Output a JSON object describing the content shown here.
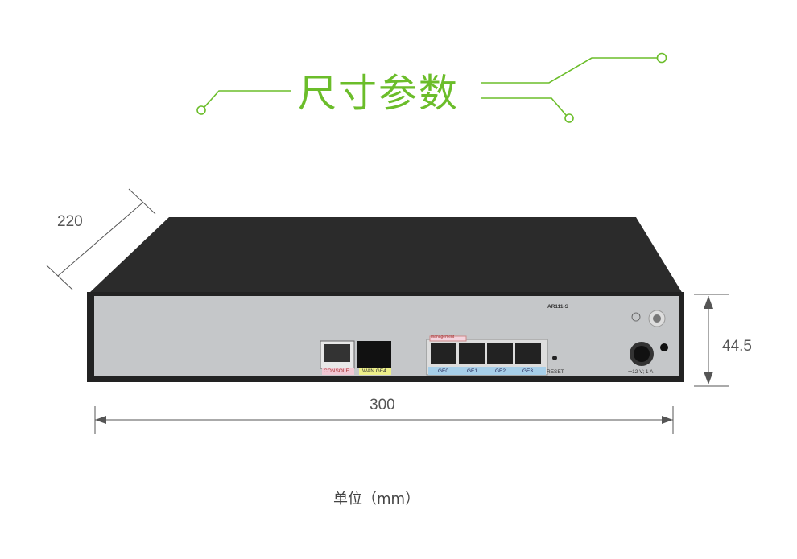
{
  "title": "尺寸参数",
  "accent_color": "#6bbd2a",
  "dimensions": {
    "depth": "220",
    "width": "300",
    "height": "44.5"
  },
  "unit": "单位（mm）",
  "device": {
    "model": "AR111-S",
    "ports": {
      "console": "CONSOLE",
      "wan": "WAN GE4",
      "management": "management",
      "ge": [
        "GE0",
        "GE1",
        "GE2",
        "GE3"
      ],
      "reset": "RESET",
      "power": "⎓12 V; 1 A"
    }
  }
}
